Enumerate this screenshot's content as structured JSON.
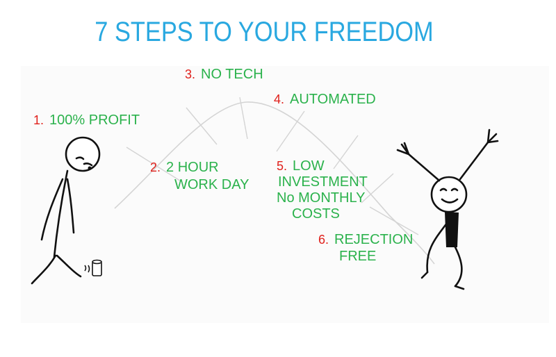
{
  "title": "7 STEPS TO YOUR FREEDOM",
  "steps": [
    {
      "num": "1.",
      "text": "100% PROFIT"
    },
    {
      "num": "2.",
      "line1": "2 HOUR",
      "line2": "WORK DAY"
    },
    {
      "num": "3.",
      "text": "NO TECH"
    },
    {
      "num": "4.",
      "text": "AUTOMATED"
    },
    {
      "num": "5.",
      "line1": "LOW",
      "line2": "INVESTMENT",
      "line3": "No MONTHLY",
      "line4": "COSTS"
    },
    {
      "num": "6.",
      "line1": "REJECTION",
      "line2": "FREE"
    }
  ],
  "colors": {
    "title": "#29a8e0",
    "number": "#e0201b",
    "text": "#2bb24c"
  }
}
